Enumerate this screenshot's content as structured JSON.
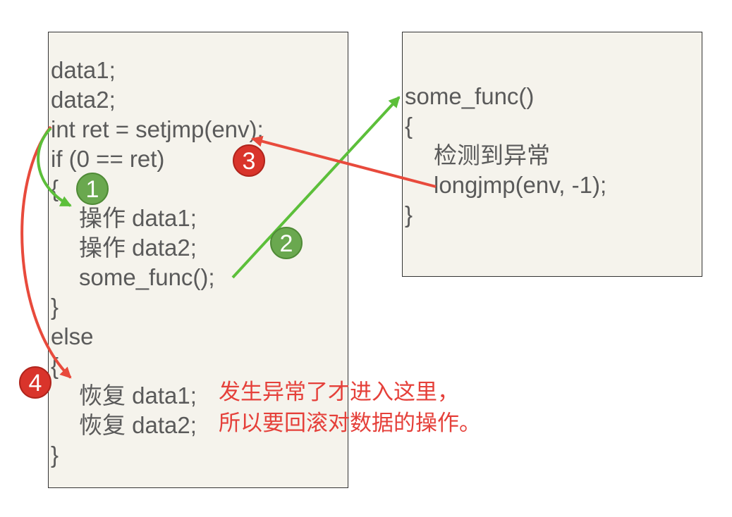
{
  "diagram": {
    "main_box": {
      "lines": [
        "data1;",
        "data2;",
        "int ret = setjmp(env);",
        "if (0 == ret)",
        "{",
        "操作 data1;",
        "操作 data2;",
        "some_func();",
        "}",
        "else",
        "{",
        "恢复 data1;",
        "恢复 data2;",
        "}"
      ]
    },
    "func_box": {
      "lines": [
        "some_func()",
        "{",
        "检测到异常",
        "longjmp(env, -1);",
        "}"
      ]
    },
    "note": {
      "lines": [
        "发生异常了才进入这里，",
        "所以要回滚对数据的操作。"
      ]
    },
    "steps": [
      {
        "label": "1",
        "color": "#6aa84f"
      },
      {
        "label": "2",
        "color": "#6aa84f"
      },
      {
        "label": "3",
        "color": "#d9342b"
      },
      {
        "label": "4",
        "color": "#d9342b"
      }
    ]
  },
  "colors": {
    "box_background": "#f5f3ec",
    "code_text": "#5a5a5a",
    "note_text": "#e5403a",
    "green_arrow": "#5cbf3a",
    "red_arrow": "#e84a3c"
  }
}
